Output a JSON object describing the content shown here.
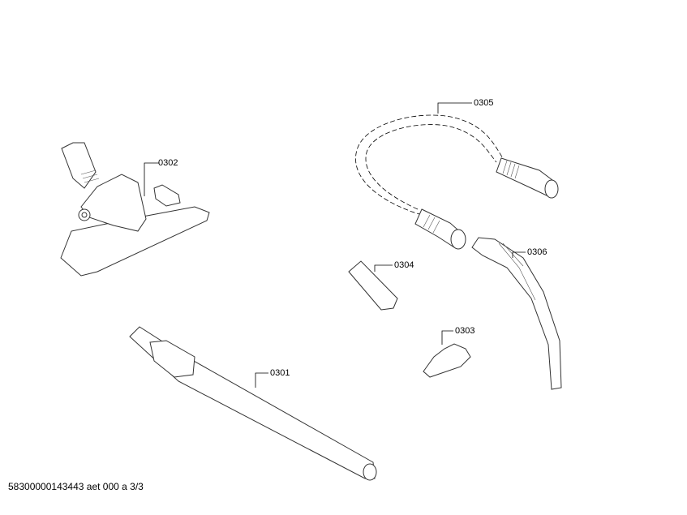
{
  "parts": [
    {
      "id": "0301"
    },
    {
      "id": "0302"
    },
    {
      "id": "0303"
    },
    {
      "id": "0304"
    },
    {
      "id": "0305"
    },
    {
      "id": "0306"
    }
  ],
  "footer": "58300000143443 aet 000 a 3/3"
}
